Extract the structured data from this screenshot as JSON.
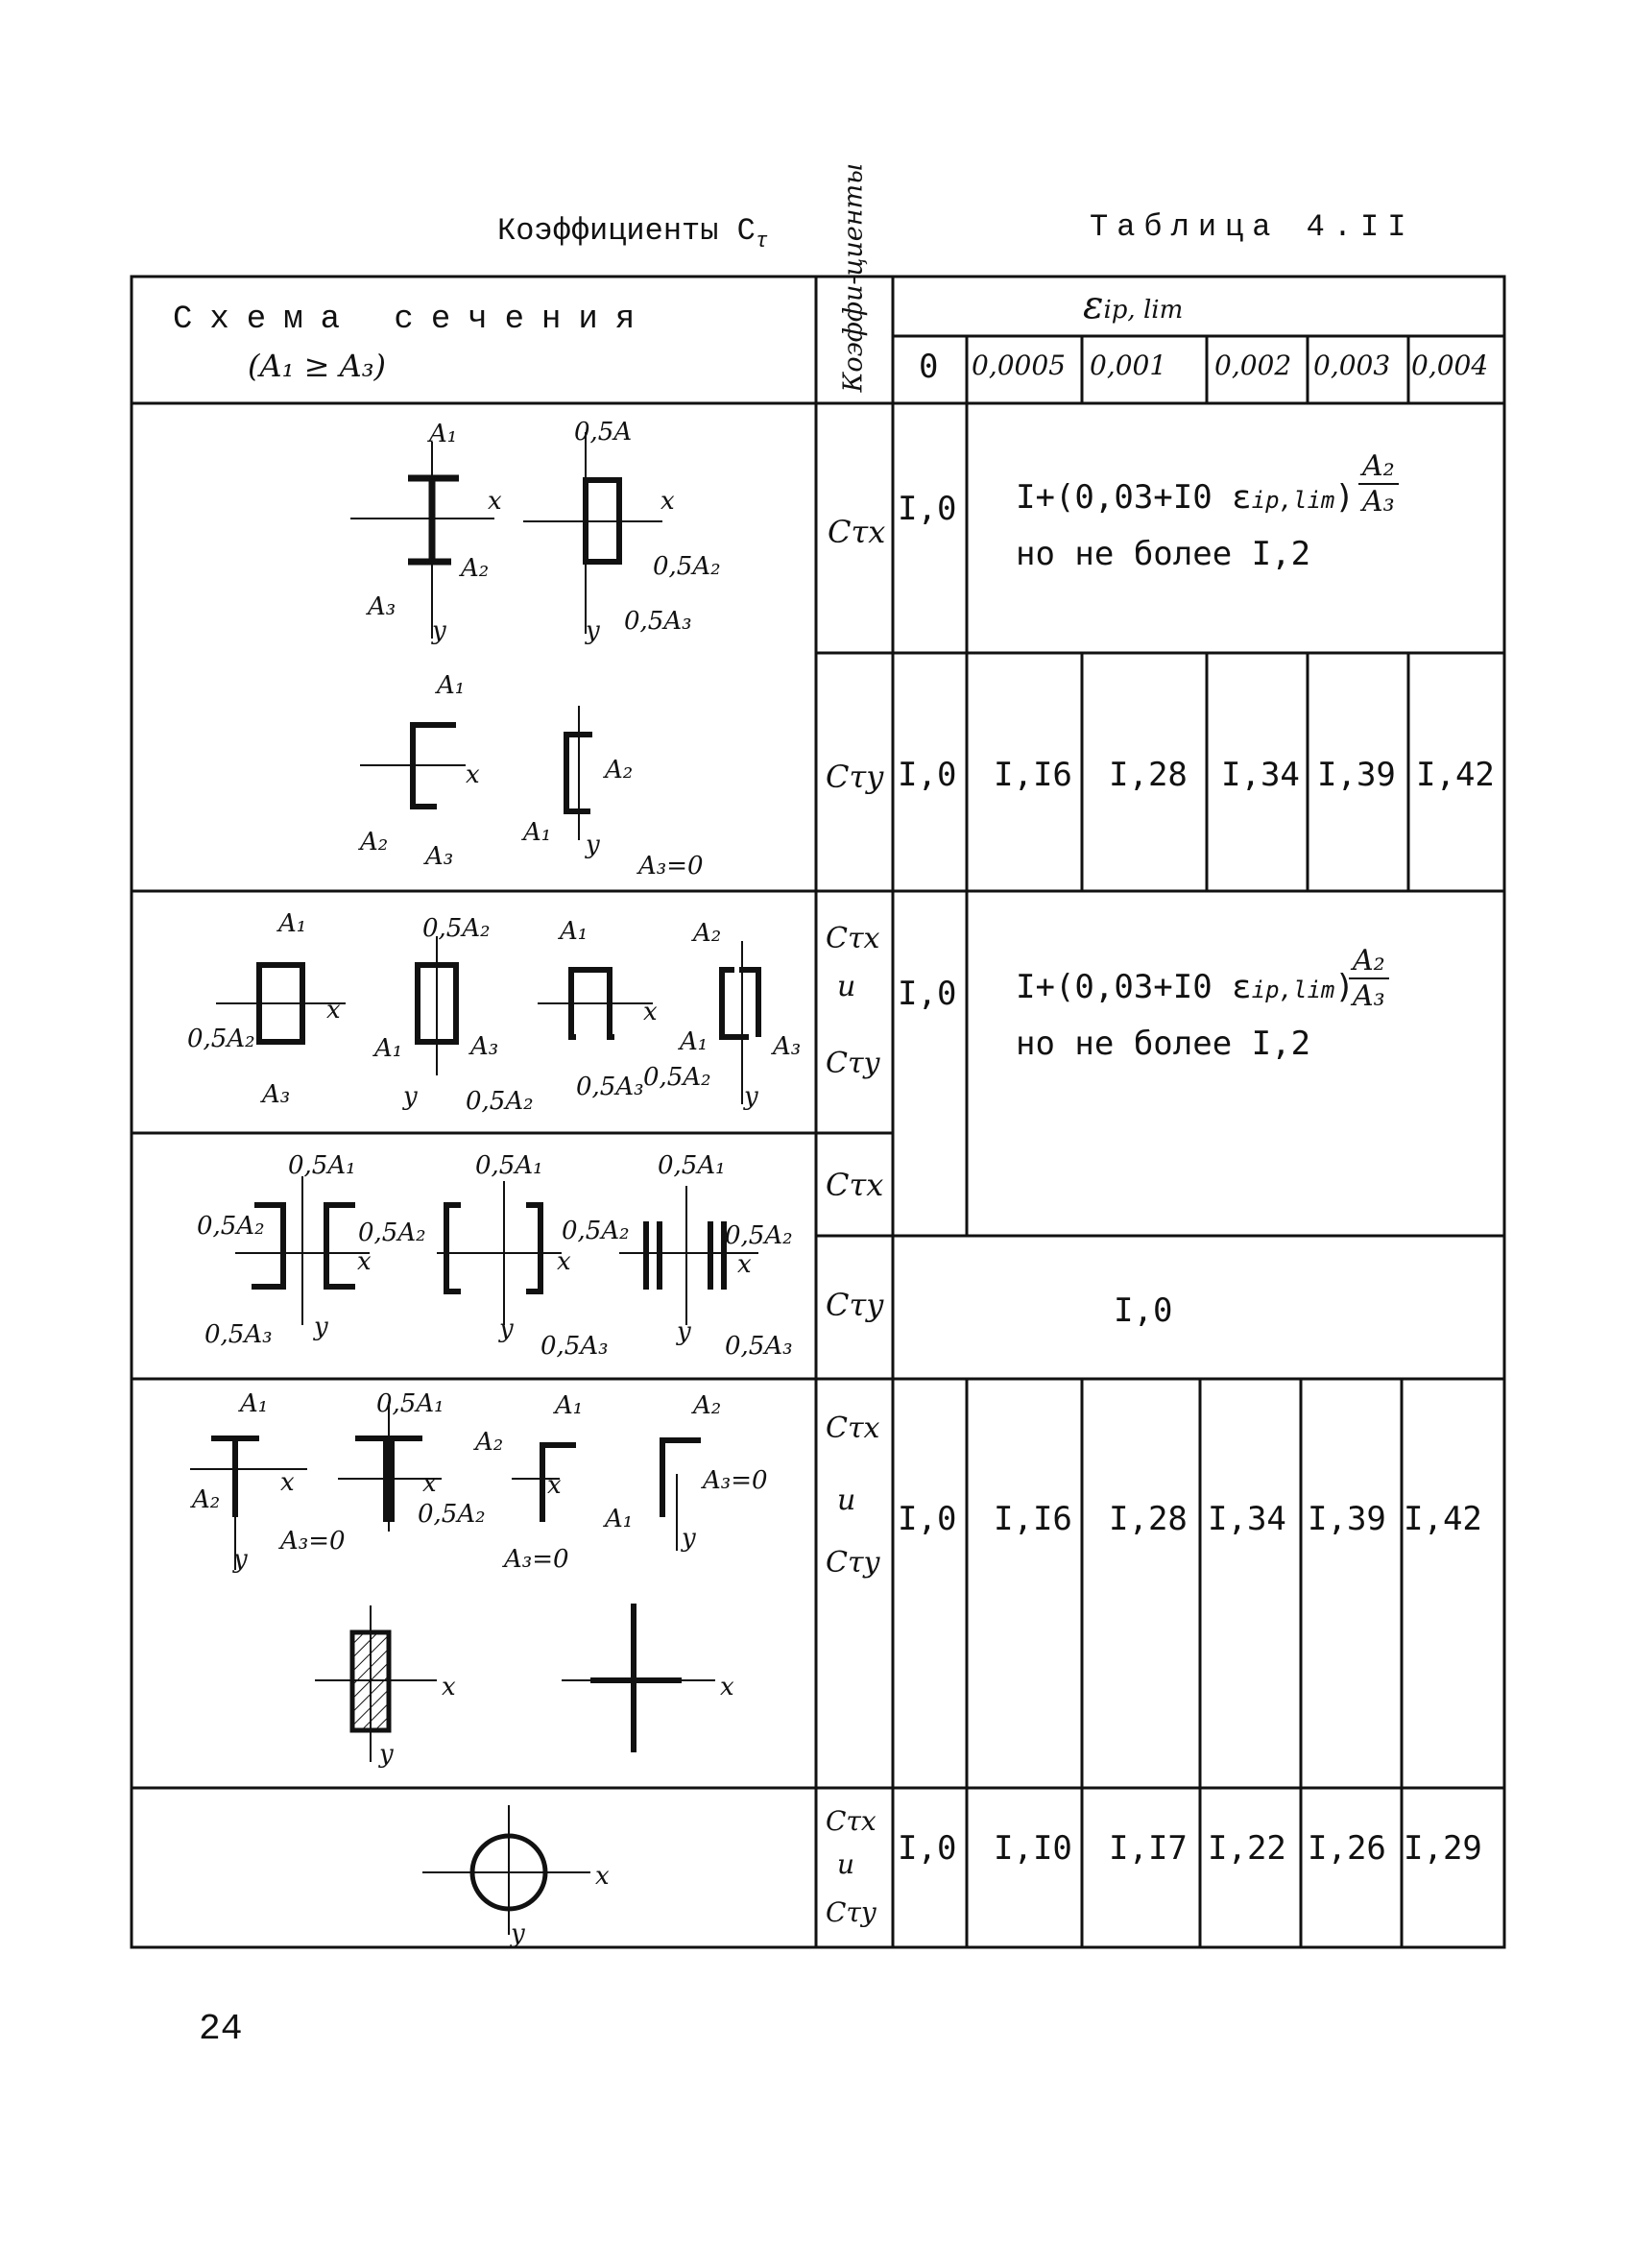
{
  "header": {
    "title_left": "Коэффициенты C",
    "title_left_sub": "τ",
    "title_right": "Таблица 4.II"
  },
  "table": {
    "col_schema": "Схема сечения",
    "col_schema_note": "(A₁ ≥ A₃)",
    "col_coef": "Коэффи-циенты",
    "eps_label": "ε",
    "eps_sub": "ip, lim",
    "eps_values": [
      "0",
      "0,0005",
      "0,001",
      "0,002",
      "0,003",
      "0,004"
    ],
    "rows": [
      {
        "coef": "Cτx",
        "v0": "I,0",
        "formula_line1": "I+(0,03+I0 ε",
        "formula_sub": "ip,lim",
        "formula_line2": "но не более I,2",
        "frac_num": "A₂",
        "frac_den": "A₃"
      },
      {
        "coef": "Cτy",
        "values": [
          "I,0",
          "I,I6",
          "I,28",
          "I,34",
          "I,39",
          "I,42"
        ]
      },
      {
        "coef_a": "Cτx",
        "coef_and": "и",
        "coef_b": "Cτy",
        "v0": "I,0",
        "formula_line1": "I+(0,03+I0 ε",
        "formula_sub": "ip,lim",
        "formula_line2": "но не более I,2",
        "frac_num": "A₂",
        "frac_den": "A₃"
      },
      {
        "coef": "Cτx"
      },
      {
        "coef": "Cτy",
        "merged_value": "I,0"
      },
      {
        "coef_a": "Cτx",
        "coef_and": "и",
        "coef_b": "Cτy",
        "values": [
          "I,0",
          "I,I6",
          "I,28",
          "I,34",
          "I,39",
          "I,42"
        ]
      },
      {
        "coef_a": "Cτx",
        "coef_and": "и",
        "coef_b": "Cτy",
        "values": [
          "I,0",
          "I,I0",
          "I,I7",
          "I,22",
          "I,26",
          "I,29"
        ]
      }
    ]
  },
  "figure_labels": {
    "A1": "A₁",
    "A2": "A₂",
    "A3": "A₃",
    "half_A": "0,5A",
    "half_A1": "0,5A₁",
    "half_A2": "0,5A₂",
    "half_A3": "0,5A₃",
    "x": "x",
    "y": "y",
    "A3_zero": "A₃=0"
  },
  "page_number": "24"
}
